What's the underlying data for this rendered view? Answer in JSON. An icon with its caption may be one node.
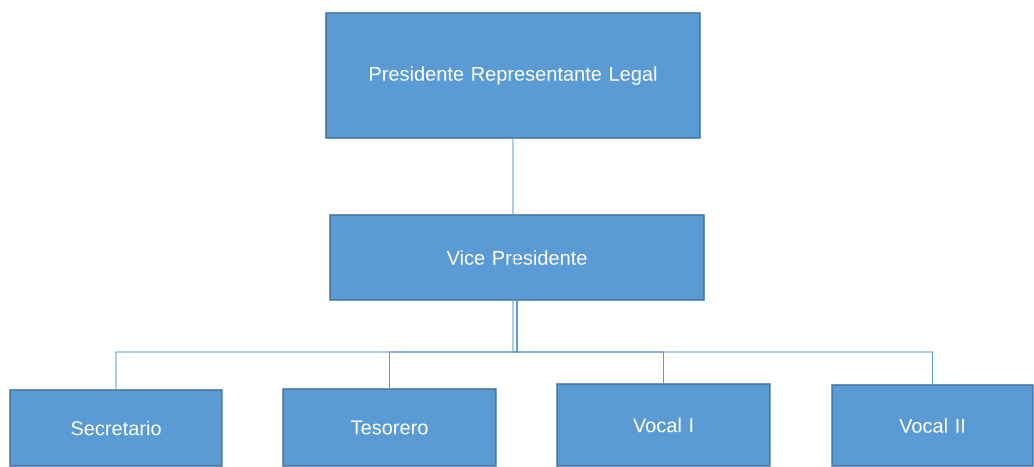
{
  "diagram": {
    "nodes": [
      {
        "text": [
          "Presidente Representante Legal"
        ]
      },
      {
        "text": [
          "Vice Presidente"
        ]
      },
      {
        "text": [
          "Secretario"
        ]
      },
      {
        "text": [
          "Tesorero"
        ]
      },
      {
        "text": [
          "Vocal I"
        ]
      },
      {
        "text": [
          "Vocal II"
        ]
      }
    ],
    "edges": [
      {
        "from": 0,
        "to": 1,
        "arrow": "none"
      },
      {
        "from": 1,
        "to": 2,
        "arrow": "none"
      },
      {
        "from": 1,
        "to": 3,
        "arrow": "none"
      },
      {
        "from": 1,
        "to": 4,
        "arrow": "none"
      },
      {
        "from": 1,
        "to": 5,
        "arrow": "none"
      }
    ]
  }
}
